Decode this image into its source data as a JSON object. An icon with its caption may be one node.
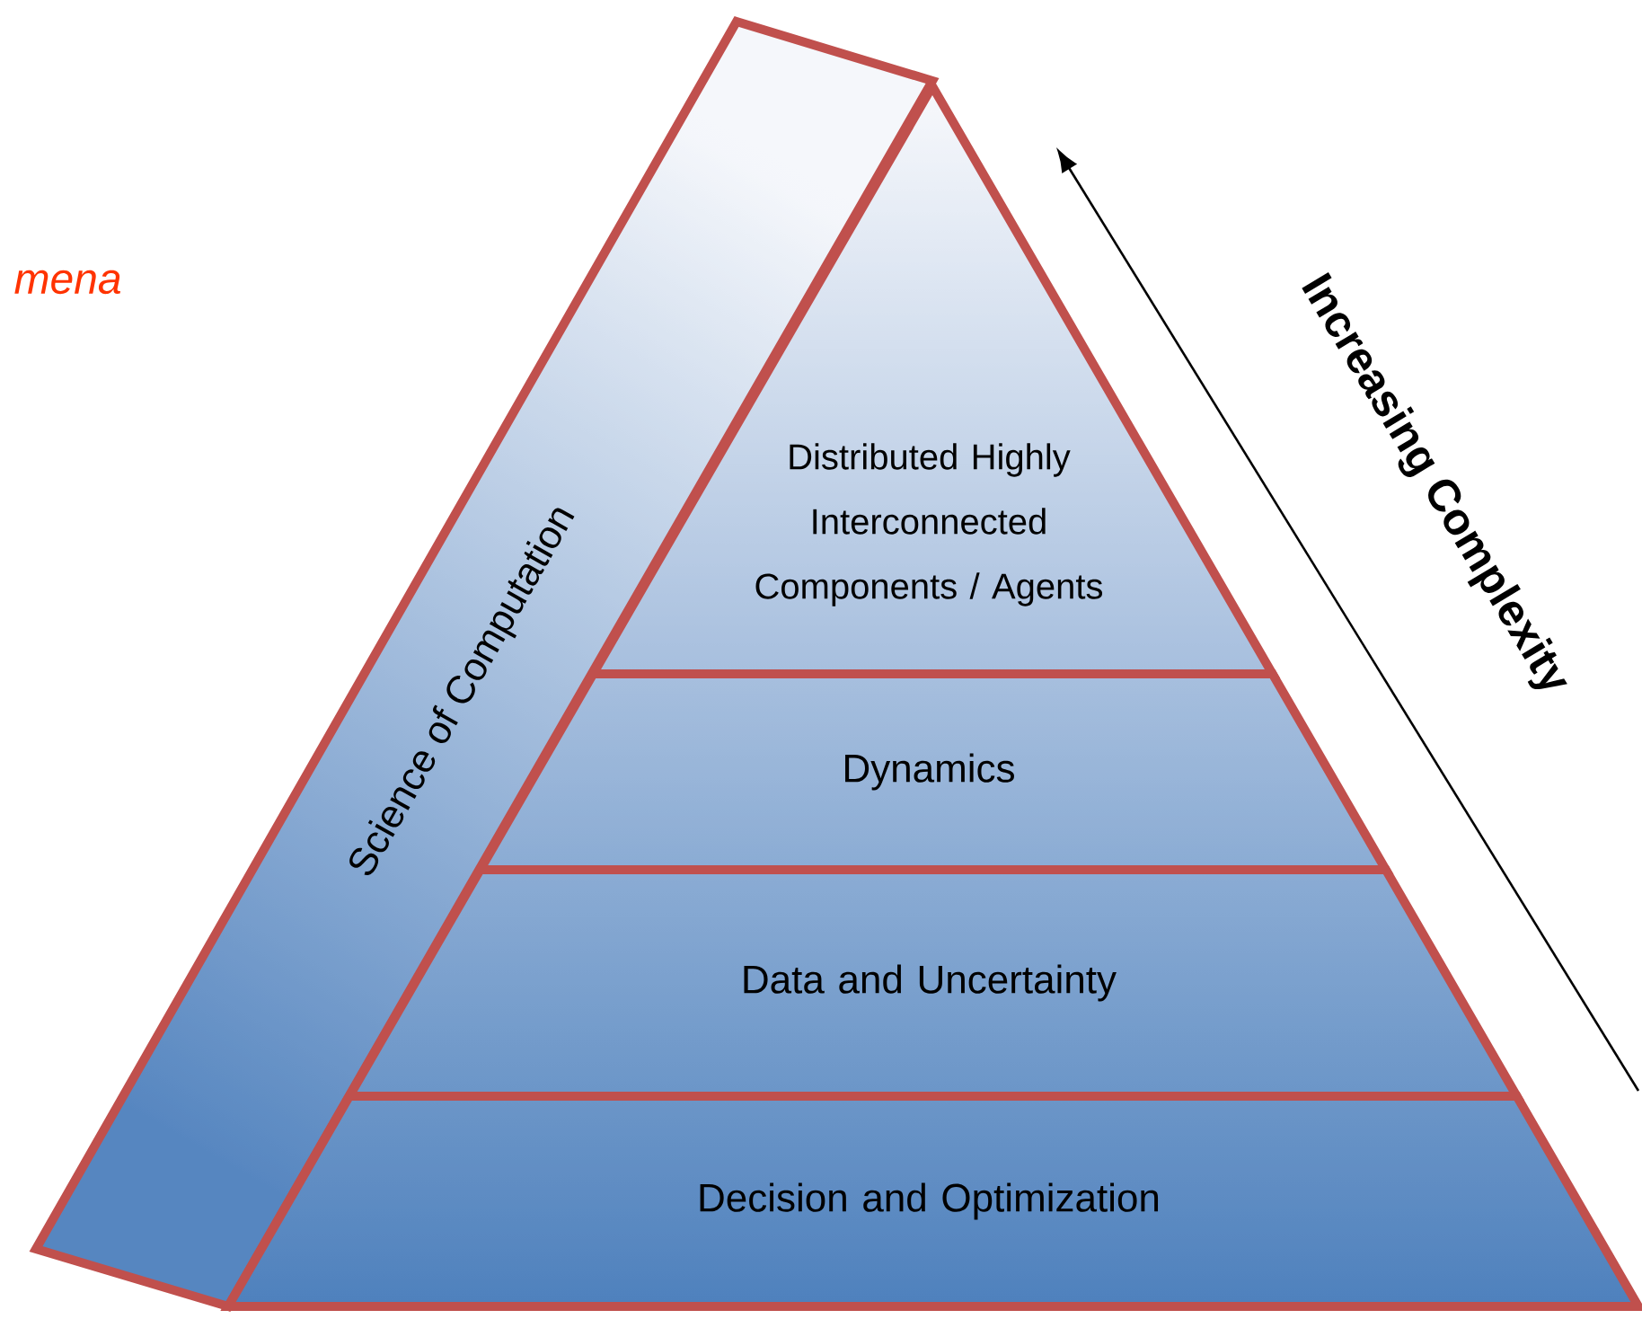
{
  "diagram": {
    "nodes": [
      {
        "text": [
          "Science of Computation"
        ]
      },
      {
        "text": [
          "Distributed Highly Interconnected Components / Agents"
        ]
      },
      {
        "text": [
          "Dynamics"
        ]
      },
      {
        "text": [
          "Data and Uncertainty"
        ]
      },
      {
        "text": [
          "Decision and Optimization"
        ]
      }
    ],
    "labels": [
      "mena",
      "Increasing Complexity"
    ]
  }
}
